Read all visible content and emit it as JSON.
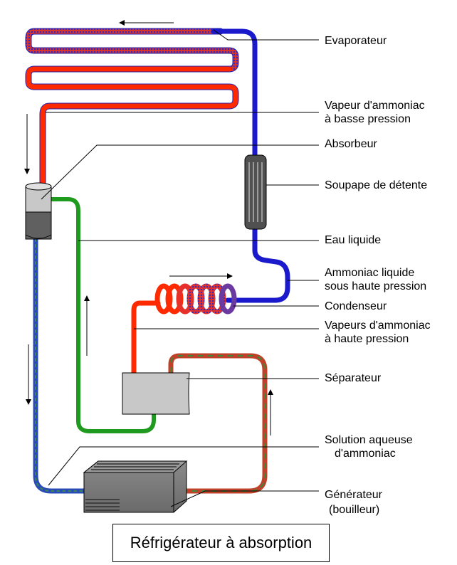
{
  "title": "Réfrigérateur à absorption",
  "labels": {
    "evaporateur": "Evaporateur",
    "vapeur_basse_l1": "Vapeur d'ammoniac",
    "vapeur_basse_l2": "à basse pression",
    "absorbeur": "Absorbeur",
    "soupape": "Soupape de détente",
    "eau_liquide": "Eau liquide",
    "ammoniac_liquide_l1": "Ammoniac liquide",
    "ammoniac_liquide_l2": "sous haute pression",
    "condenseur": "Condenseur",
    "vapeurs_haute_l1": "Vapeurs d'ammoniac",
    "vapeurs_haute_l2": "à haute pression",
    "separateur": "Séparateur",
    "solution_l1": "Solution aqueuse",
    "solution_l2": "d'ammoniac",
    "generateur_l1": "Générateur",
    "generateur_l2": "(bouilleur)"
  },
  "colors": {
    "red_pipe": "#ff2a00",
    "blue_pipe": "#1a1acc",
    "green_pipe": "#1e9a1e",
    "mixed_pipe": "#a04a20",
    "gray": "#c8c8c8",
    "dark_gray": "#606060"
  }
}
